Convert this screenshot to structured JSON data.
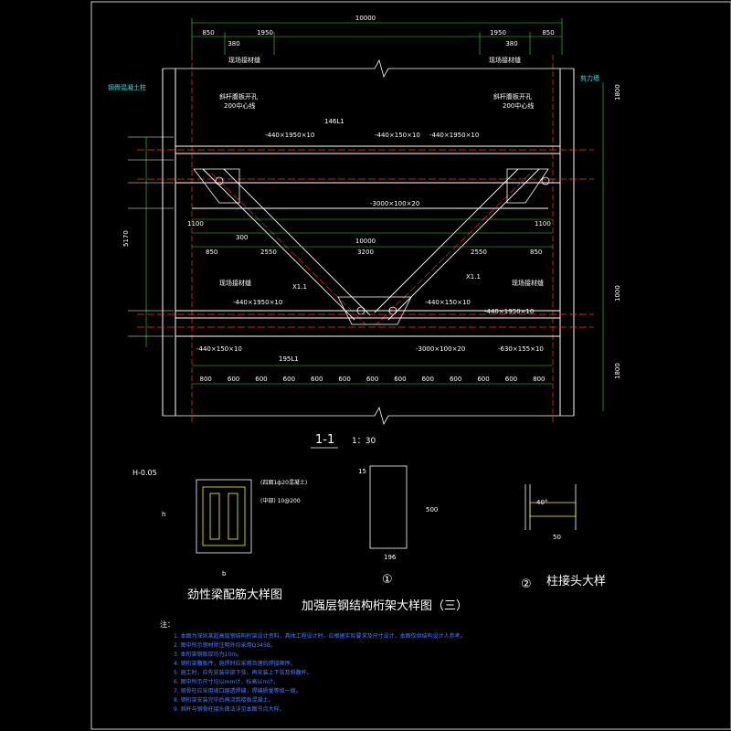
{
  "dims_top": {
    "total": "10000",
    "a": "850",
    "b": "1950",
    "c": "1950",
    "d": "850",
    "e": "380",
    "f": "380"
  },
  "labels": {
    "site_weld_l": "现场接材缝",
    "site_weld_r": "现场接材缝",
    "steel_col_l": "钢骨混凝土柱",
    "steel_col_r": "剪力墙",
    "web_hole_l": "斜杆腹板开孔",
    "web_hole_l2": "200中心线",
    "web_hole_r": "斜杆腹板开孔",
    "web_hole_r2": "200中心线",
    "plate_top_l": "-440×1950×10",
    "plate_top_c": "146L1",
    "plate_top_r": "-440×150×10",
    "plate_top_r2": "-440×1950×10",
    "plate_mid": "-3000×100×20",
    "row2_dim_l": "1100",
    "row2_dim_r": "1100",
    "row2_300": "300",
    "mid_total": "10000",
    "mid_850l": "850",
    "mid_2550l": "2550",
    "mid_3200": "3200",
    "mid_2550r": "2550",
    "mid_850r": "850",
    "lower_weld_l": "现场接材缝",
    "lower_weld_r": "现场接材缝",
    "lower_plate_l": "-440×1950×10",
    "lower_plate_r": "-440×150×10",
    "lower_plate_r2": "-440×1950×10",
    "lower_bottom_l": "-440×150×10",
    "lower_bottom_c": "195L1",
    "lower_bottom_plate": "-3000×100×20",
    "lower_bottom_r": "-630×155×10",
    "x1_l": "X1.1",
    "x1_r": "X1.1",
    "left_height": "5170",
    "right_1000": "1000",
    "right_1800": "1800",
    "right_1800b": "1800",
    "top_1800": "1800",
    "bottom_dims": [
      "800",
      "600",
      "600",
      "600",
      "600",
      "600",
      "600",
      "600",
      "600",
      "600",
      "600",
      "600",
      "800"
    ],
    "section_title": "1-1",
    "section_scale": "1：30",
    "beam_title": "劲性梁配筋大样图",
    "truss_title": "加强层钢结构桁架大样图（三）",
    "circle1": "①",
    "circle2": "②",
    "joint_title": "柱接头大样",
    "dim_196": "196",
    "dim_500": "500",
    "dim_15": "15",
    "angle_40": "40°",
    "dim_50": "50",
    "beam_h": "H-0.05",
    "beam_note1": "(四面1ф20混凝土)",
    "beam_note2": "(中部) 10@200",
    "beam_b": "b",
    "beam_h2": "h",
    "note_head": "注：",
    "notes": [
      "1. 本图为深圳某超高层钢结构桁架设计资料，具体工程设计时，应根据实际要求及尺寸设计，本图仅供结构设计人参考。",
      "2. 图中所示钢材除注明外均采用Q345B。",
      "3. 本桁架钢板厚均为10m。",
      "4. 钢桁架腹板件，施焊时应采用合理的焊接顺序。",
      "5. 施工时，应先安装中部下弦，再安装上下弦及斜腹杆。",
      "6. 图中所示尺寸均以mm计，标高以m计。",
      "7. 钢骨柱应采用坡口熔透焊缝，焊缝质量等级一级。",
      "8. 钢桁架安装完毕后再浇筑楼板混凝土。",
      "9. 斜杆与钢骨柱接头做法详见本图节点大样。"
    ]
  },
  "colors": {
    "line_white": "#ffffff",
    "line_red": "#ff3030",
    "line_yellow": "#ffff00",
    "line_blue": "#4f7dff",
    "line_cyan": "#38e0e0",
    "line_green": "#30e030"
  }
}
